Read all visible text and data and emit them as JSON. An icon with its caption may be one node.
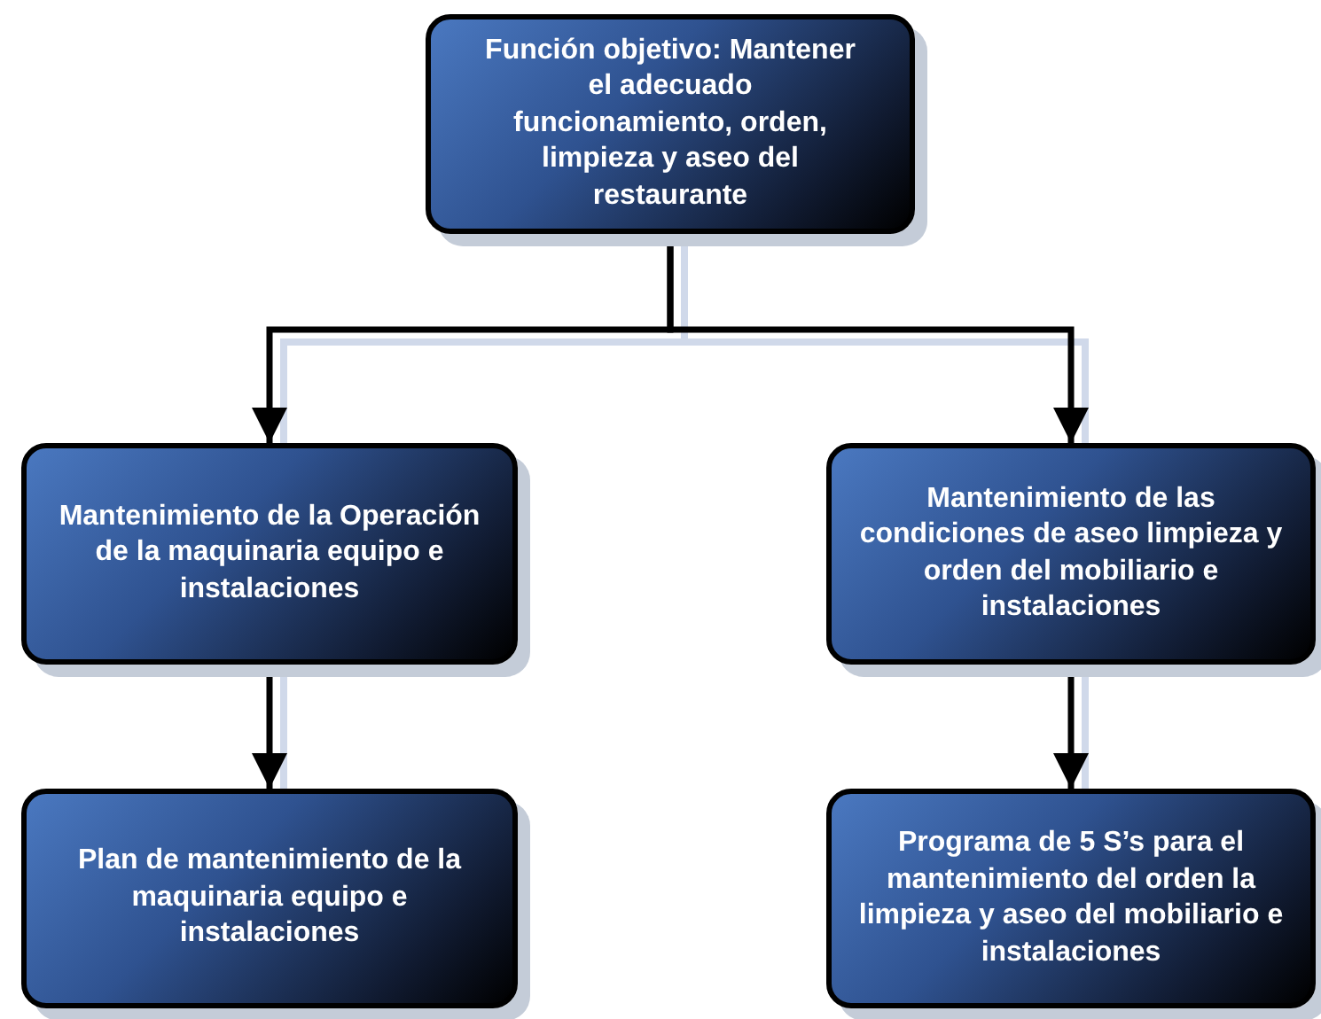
{
  "diagram": {
    "nodes": [
      {
        "text": [
          "Función objetivo: Mantener el adecuado funcionamiento, orden, limpieza y aseo del restaurante"
        ]
      },
      {
        "text": [
          "Mantenimiento de la Operación de la maquinaria equipo e instalaciones"
        ]
      },
      {
        "text": [
          "Mantenimiento de las condiciones de aseo limpieza y orden del mobiliario e instalaciones"
        ]
      },
      {
        "text": [
          "Plan de mantenimiento de la maquinaria equipo e instalaciones"
        ]
      },
      {
        "text": [
          "Programa de 5 S’s para el mantenimiento del orden la limpieza y aseo del mobiliario e instalaciones"
        ]
      }
    ],
    "edges": [
      {
        "from": 0,
        "to": 1,
        "arrow": "to"
      },
      {
        "from": 0,
        "to": 2,
        "arrow": "to"
      },
      {
        "from": 1,
        "to": 3,
        "arrow": "to"
      },
      {
        "from": 2,
        "to": 4,
        "arrow": "to"
      }
    ]
  }
}
